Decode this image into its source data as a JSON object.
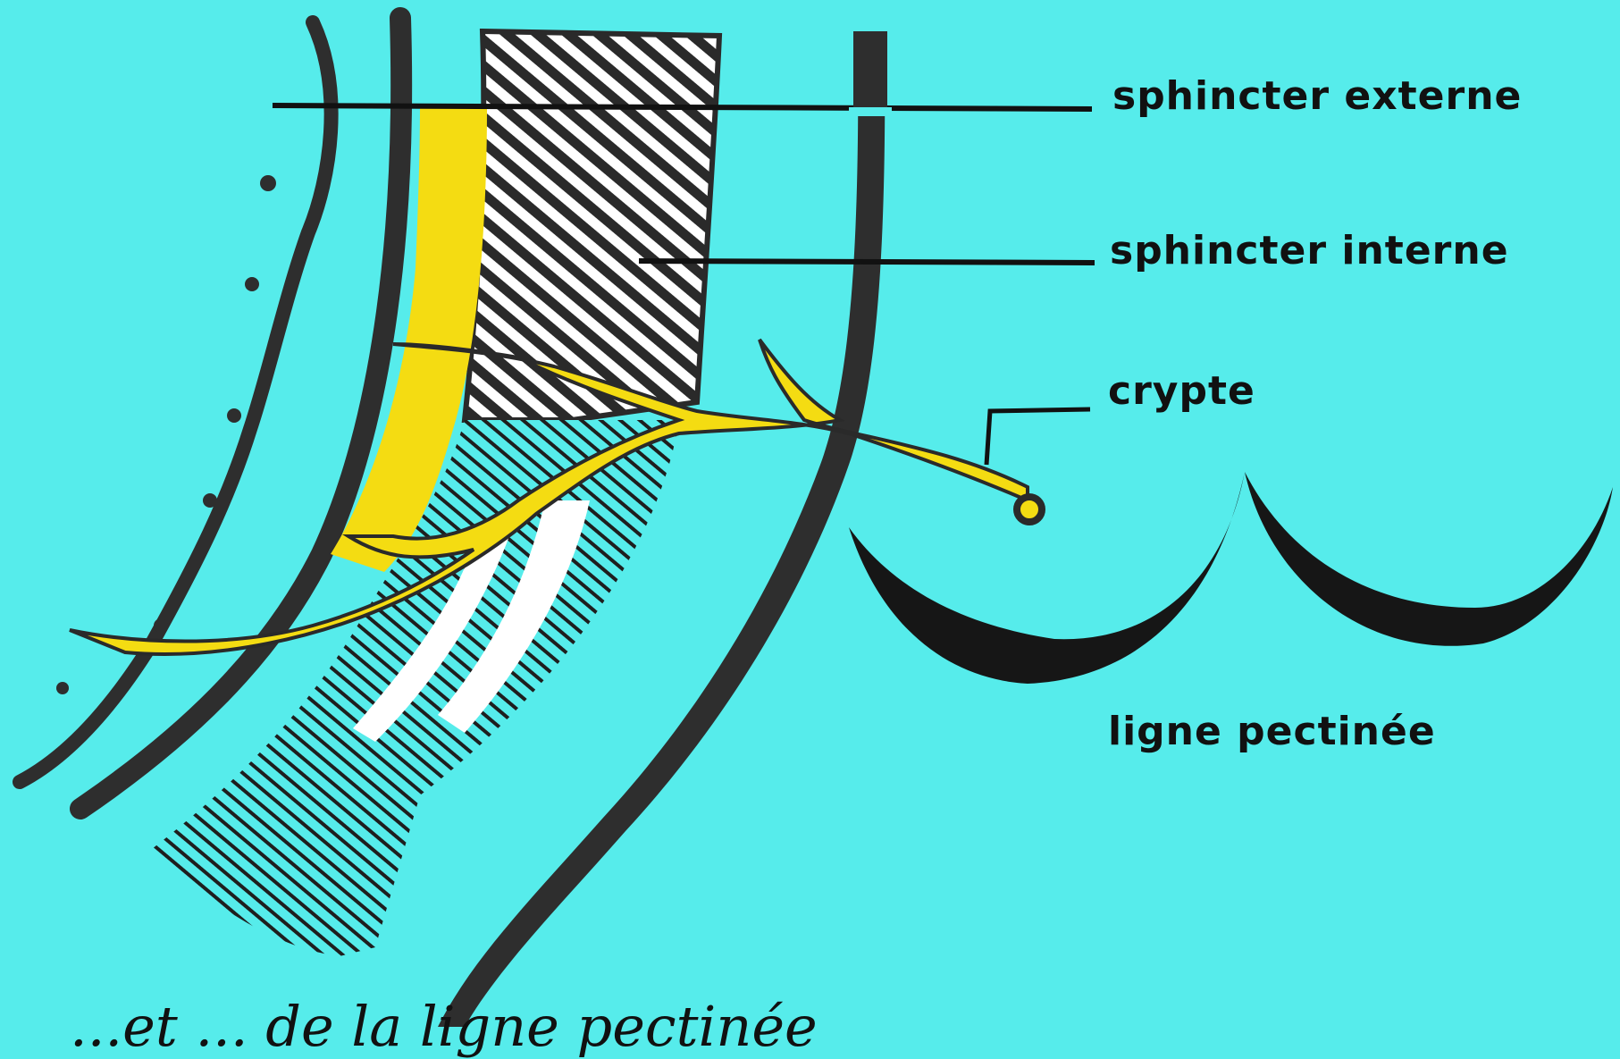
{
  "colors": {
    "background": "#56ECEB",
    "gland": "#F4DC12",
    "muscle_hatch": "#2A2A2A",
    "wall": "#2E2E2E"
  },
  "labels": {
    "sphincter_externe": "sphincter externe",
    "sphincter_interne": "sphincter interne",
    "crypte": "crypte",
    "ligne_pectinee": "ligne pectinée"
  },
  "caption": "...et ... de la ligne pectinée"
}
